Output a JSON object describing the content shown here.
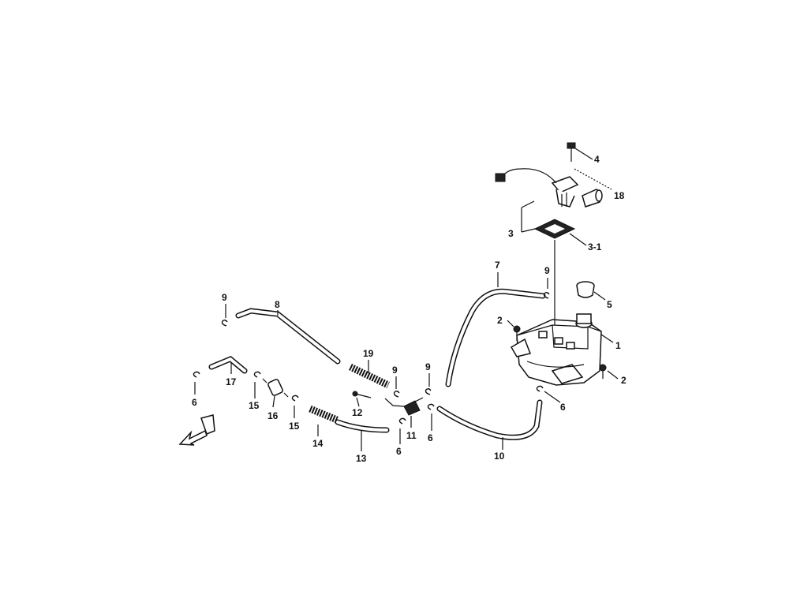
{
  "diagram": {
    "labels": {
      "l1": "1",
      "l2a": "2",
      "l2b": "2",
      "l3": "3",
      "l3_1": "3-1",
      "l4": "4",
      "l5": "5",
      "l6a": "6",
      "l6b": "6",
      "l6c": "6",
      "l6d": "6",
      "l7": "7",
      "l8": "8",
      "l9a": "9",
      "l9b": "9",
      "l9c": "9",
      "l9d": "9",
      "l10": "10",
      "l11": "11",
      "l12": "12",
      "l13": "13",
      "l14": "14",
      "l15a": "15",
      "l15b": "15",
      "l16": "16",
      "l17": "17",
      "l18": "18",
      "l19": "19"
    }
  }
}
